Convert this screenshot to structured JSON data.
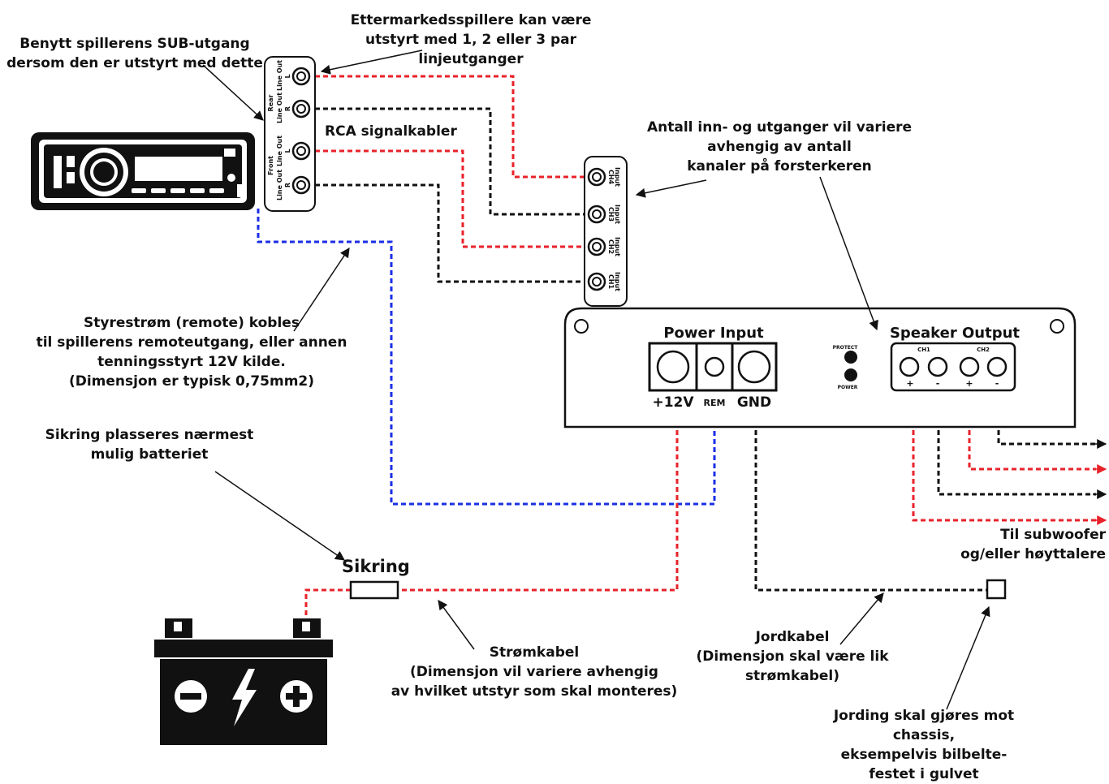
{
  "notes": {
    "sub_output": "Benytt spillerens SUB-utgang\ndersom den er utstyrt med dette",
    "aftermarket": "Ettermarkedsspillere kan være\nutstyrt med 1, 2 eller 3 par\nlinjeutganger",
    "rca": "RCA signalkabler",
    "channels": "Antall inn- og utganger vil variere\navhengig av antall\nkanaler på forsterkeren",
    "remote": "Styrestrøm (remote) kobles\ntil spillerens remoteutgang, eller annen\ntenningsstyrt 12V kilde.\n(Dimensjon er typisk 0,75mm2)",
    "fuse_placement": "Sikring plasseres nærmest\nmulig batteriet",
    "fuse": "Sikring",
    "power_cable": "Strømkabel\n(Dimensjon vil variere avhengig\nav hvilket utstyr som skal monteres)",
    "ground_cable": "Jordkabel\n(Dimensjon skal være lik\nstrømkabel)",
    "grounding": "Jording skal gjøres mot chassis,\neksempelvis bilbelte-festet i gulvet",
    "speakers": "Til subwoofer\nog/eller høyttalere"
  },
  "head_unit": {
    "rear_group": "Rear",
    "front_group": "Front",
    "line_out": "Line Out",
    "left": "L",
    "right": "R"
  },
  "amp_inputs": {
    "input": "Input",
    "channels": [
      "CH4",
      "CH3",
      "CH2",
      "CH1"
    ]
  },
  "amplifier": {
    "power_input": "Power Input",
    "speaker_output": "Speaker Output",
    "plus12v": "+12V",
    "rem": "REM",
    "gnd": "GND",
    "protect": "PROTECT",
    "power": "POWER",
    "ch1": "CH1",
    "ch2": "CH2",
    "plus": "+",
    "minus": "-"
  },
  "colors": {
    "signal_left": "#e8222a",
    "signal_right": "#111111",
    "remote": "#1a2ee6",
    "power": "#e8222a",
    "ground": "#111111"
  }
}
